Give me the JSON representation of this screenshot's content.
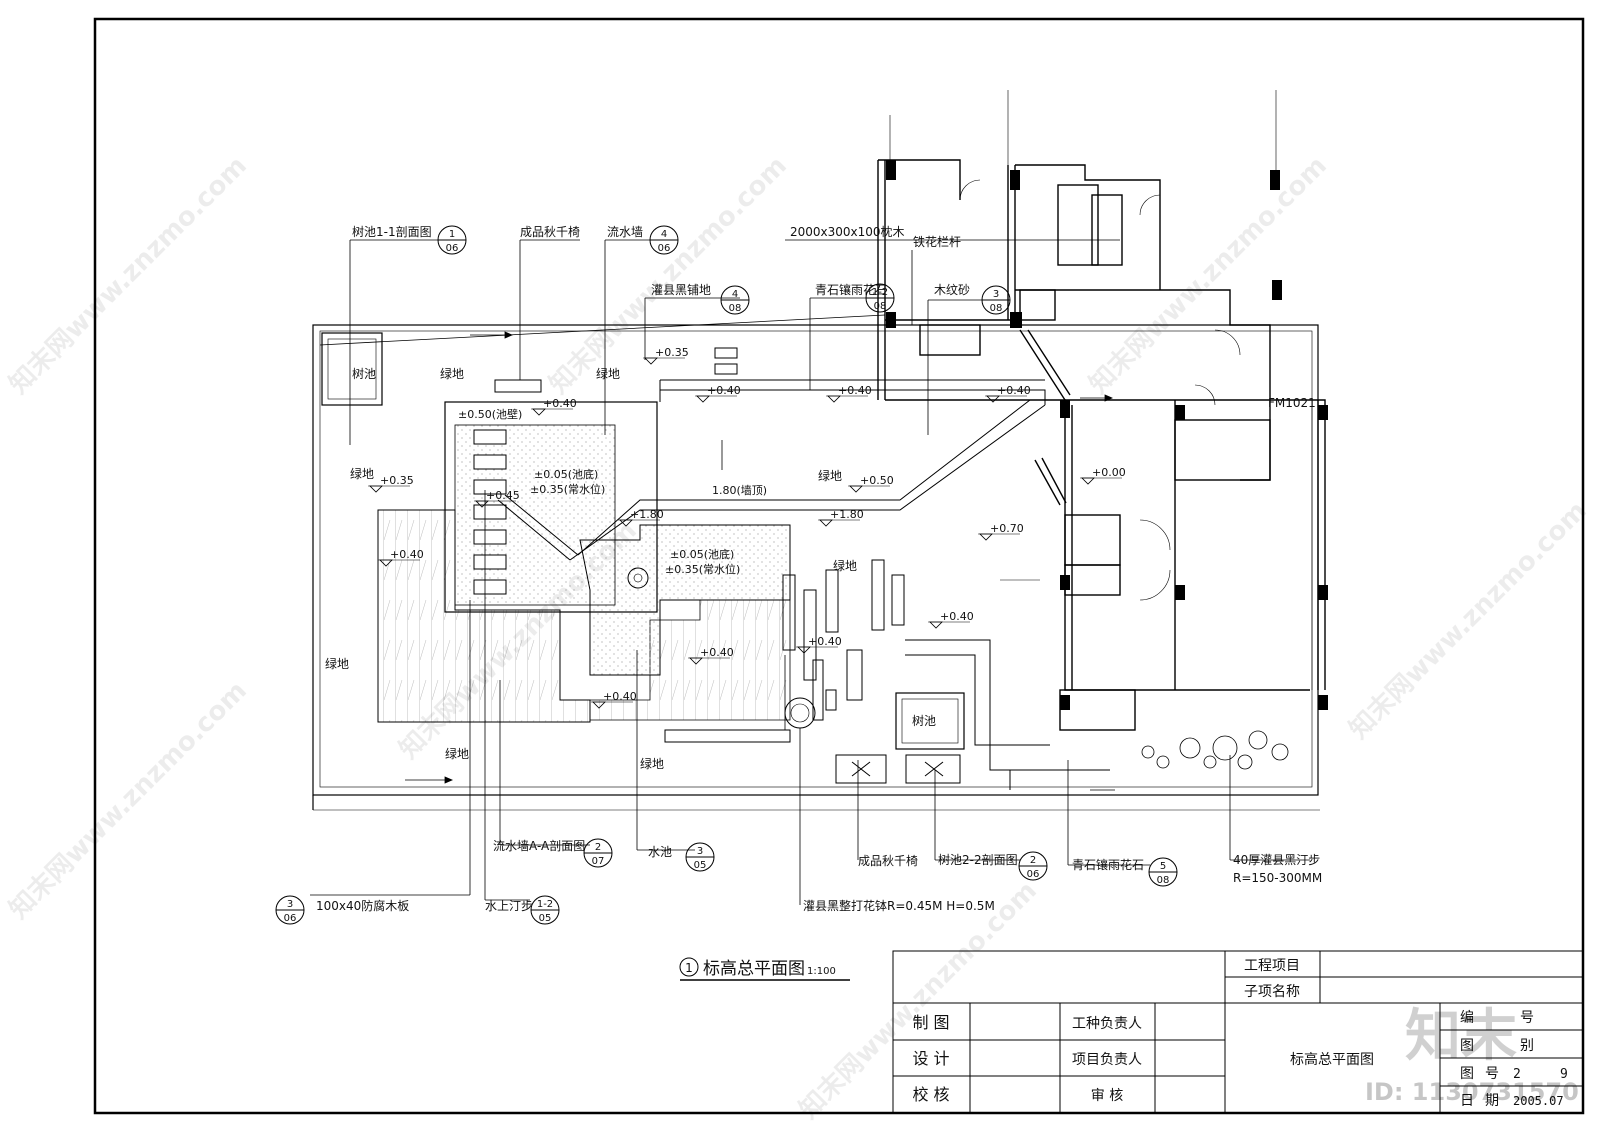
{
  "drawing": {
    "title_no": "1",
    "title": "标高总平面图",
    "scale": "1:100"
  },
  "callouts_top": [
    {
      "label": "树池1-1剖面图",
      "num": "1",
      "sheet": "06"
    },
    {
      "label": "成品秋千椅",
      "num": "",
      "sheet": ""
    },
    {
      "label": "流水墙",
      "num": "4",
      "sheet": "06"
    },
    {
      "label": "灌县黑铺地",
      "num": "4",
      "sheet": "08"
    },
    {
      "label": "2000x300x100枕木",
      "num": "",
      "sheet": ""
    },
    {
      "label": "青石镶雨花石",
      "num": "1-2",
      "sheet": "08"
    },
    {
      "label": "铁花栏杆",
      "num": "",
      "sheet": ""
    },
    {
      "label": "木纹砂",
      "num": "3",
      "sheet": "08"
    }
  ],
  "callouts_bottom": [
    {
      "label": "100x40防腐木板",
      "num": "3",
      "sheet": "06"
    },
    {
      "label": "水上汀步",
      "num": "1-2",
      "sheet": "05"
    },
    {
      "label": "流水墙A-A剖面图",
      "num": "2",
      "sheet": "07"
    },
    {
      "label": "水池",
      "num": "3",
      "sheet": "05"
    },
    {
      "label": "成品秋千椅",
      "num": "",
      "sheet": ""
    },
    {
      "label": "树池2-2剖面图",
      "num": "2",
      "sheet": "06"
    },
    {
      "label": "青石镶雨花石",
      "num": "5",
      "sheet": "08"
    },
    {
      "label": "40厚灌县黑汀步",
      "num": "",
      "sheet": ""
    },
    {
      "label": "R=150-300MM",
      "num": "",
      "sheet": ""
    },
    {
      "label": "灌县黑整打花钵R=0.45M H=0.5M",
      "num": "",
      "sheet": ""
    }
  ],
  "plan_labels": {
    "tree_pit": "树池",
    "green": "绿地",
    "pool_wall": "±0.50(池壁)",
    "pool_bottom": "±0.05(池底)",
    "water_level": "±0.35(常水位)",
    "wall_top": "1.80(墙顶)",
    "door": "FM1021"
  },
  "elevations": [
    "+0.35",
    "+0.40",
    "+0.45",
    "+0.50",
    "+0.70",
    "+0.00",
    "+1.80",
    "+0.40"
  ],
  "title_block": {
    "project": "工程项目",
    "sub_item": "子项名称",
    "drawn": "制 图",
    "design": "设 计",
    "check": "校 核",
    "trade_lead": "工种负责人",
    "project_lead": "项目负责人",
    "review": "审 核",
    "drawing_name": "标高总平面图",
    "col_no": "编",
    "col_type": "图",
    "col_no2": "图",
    "col_date": "日",
    "col_no_suffix": "号",
    "col_type_suffix": "别",
    "col_num_suffix": "号",
    "col_date_suffix": "期",
    "sheet_no": "2",
    "sheet_total": "9",
    "date": "2005.07"
  },
  "watermark": {
    "brand": "知末",
    "site": "知末网www.znzmo.com",
    "id": "ID: 1130731570"
  }
}
